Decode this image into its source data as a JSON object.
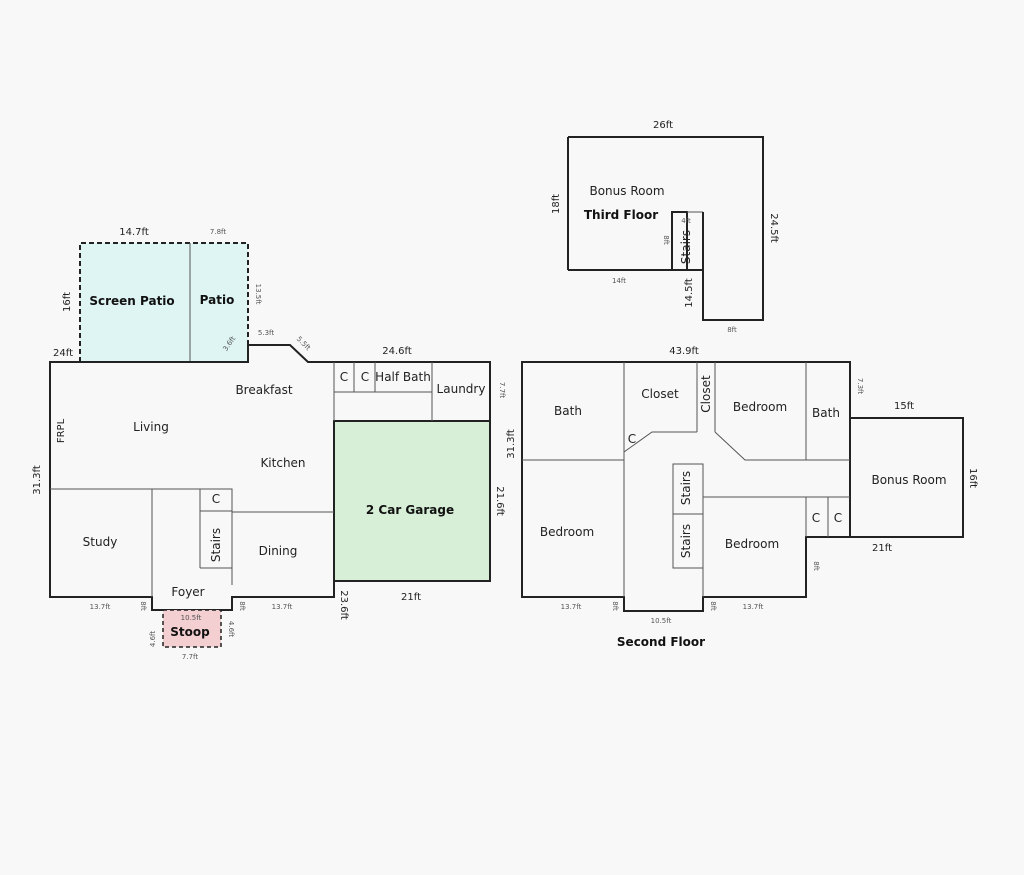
{
  "first_floor": {
    "rooms": {
      "screen_patio": "Screen Patio",
      "patio": "Patio",
      "breakfast": "Breakfast",
      "living": "Living",
      "kitchen": "Kitchen",
      "frpl": "FRPL",
      "study": "Study",
      "stairs": "Stairs",
      "closet_c": "C",
      "closet_c2": "C",
      "closet_c3": "C",
      "foyer": "Foyer",
      "dining": "Dining",
      "half_bath": "Half Bath",
      "laundry": "Laundry",
      "garage": "2 Car Garage",
      "stoop": "Stoop"
    },
    "dims": {
      "screen_patio_w": "14.7ft",
      "patio_w": "7.8ft",
      "screen_patio_h": "16ft",
      "patio_h": "13.5ft",
      "left_top": "24ft",
      "notch_small": "3.6ft",
      "notch_a": "5.3ft",
      "notch_b": "5.5ft",
      "top_right": "24.6ft",
      "laundry_h": "7.7ft",
      "left_h": "31.3ft",
      "garage_h": "21.6ft",
      "garage_w": "21ft",
      "bottom_left": "13.7ft",
      "bottom_right": "13.7ft",
      "foyer_tick_l": "8ft",
      "foyer_tick_r": "8ft",
      "garage_side": "23.6ft",
      "stoop_w": "10.5ft",
      "stoop_h_l": "4.6ft",
      "stoop_h_r": "4.6ft",
      "stoop_bottom": "7.7ft"
    }
  },
  "second_floor": {
    "title": "Second Floor",
    "rooms": {
      "bath": "Bath",
      "closet": "Closet",
      "closet_v": "Closet",
      "bedroom_top": "Bedroom",
      "bath_right": "Bath",
      "closet_c": "C",
      "stairs_top": "Stairs",
      "stairs_bottom": "Stairs",
      "bedroom_left": "Bedroom",
      "bedroom_mid": "Bedroom",
      "closet_c2": "C",
      "closet_c3": "C",
      "bonus_room": "Bonus Room"
    },
    "dims": {
      "top": "43.9ft",
      "left_h": "31.3ft",
      "notch_h": "7.3ft",
      "bonus_w": "15ft",
      "bonus_h": "16ft",
      "bonus_bottom": "21ft",
      "step": "8ft",
      "bottom_left": "13.7ft",
      "center": "10.5ft",
      "bottom_right": "13.7ft",
      "tick_l": "8ft",
      "tick_r": "8ft"
    }
  },
  "third_floor": {
    "title": "Third Floor",
    "rooms": {
      "bonus_room": "Bonus Room",
      "stairs": "Stairs"
    },
    "dims": {
      "top": "26ft",
      "left_h": "18ft",
      "right_h": "24.5ft",
      "bottom_left": "14ft",
      "stairs_top": "4ft",
      "stairs_left": "8ft",
      "stairs_h": "14.5ft",
      "bottom_right": "8ft"
    }
  },
  "colors": {
    "screen_patio": "#def5f3",
    "garage": "#d6efd6",
    "stoop": "#f4cfd2",
    "walls": "#222222"
  }
}
